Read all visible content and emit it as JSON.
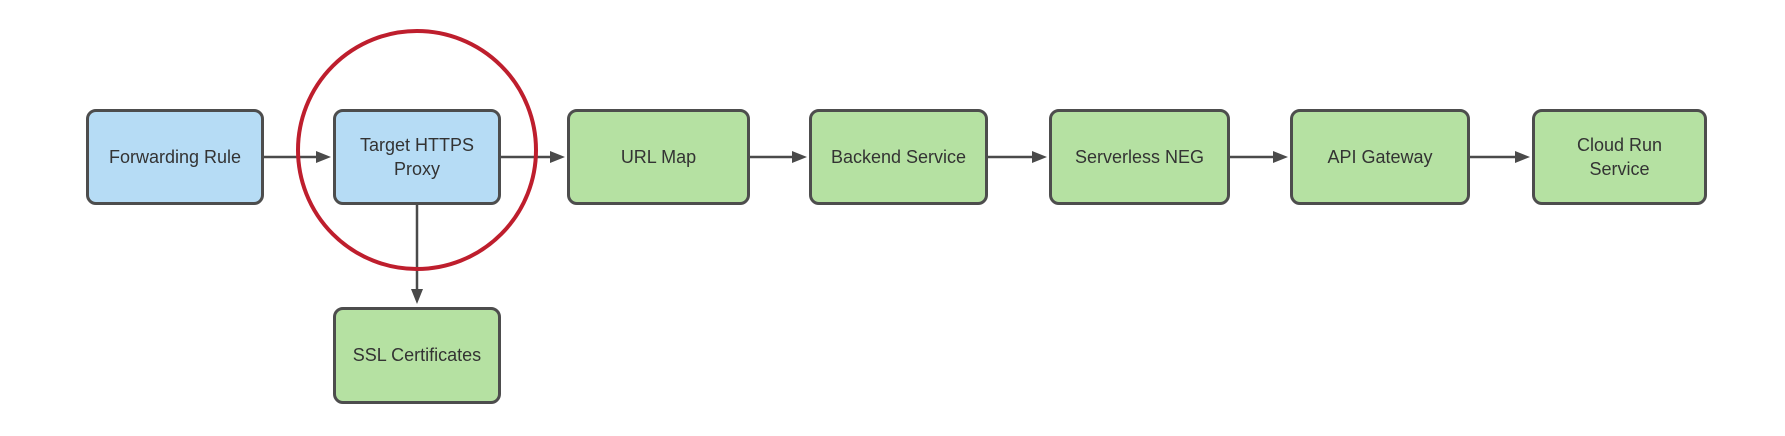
{
  "diagram": {
    "description": "Flow diagram of a serverless HTTPS load balancing architecture with the Target HTTPS Proxy node circled in red",
    "background": "#ffffff",
    "nodes": [
      {
        "id": "forwarding-rule",
        "label": "Forwarding Rule",
        "type": "blue"
      },
      {
        "id": "target-https-proxy",
        "label": "Target HTTPS\nProxy",
        "type": "blue",
        "highlighted": true
      },
      {
        "id": "url-map",
        "label": "URL Map",
        "type": "green"
      },
      {
        "id": "backend-service",
        "label": "Backend Service",
        "type": "green"
      },
      {
        "id": "serverless-neg",
        "label": "Serverless NEG",
        "type": "green"
      },
      {
        "id": "api-gateway",
        "label": "API Gateway",
        "type": "green"
      },
      {
        "id": "cloud-run-service",
        "label": "Cloud Run\nService",
        "type": "green"
      },
      {
        "id": "ssl-certificates",
        "label": "SSL Certificates",
        "type": "green"
      }
    ],
    "edges": [
      {
        "from": "forwarding-rule",
        "to": "target-https-proxy"
      },
      {
        "from": "target-https-proxy",
        "to": "url-map"
      },
      {
        "from": "url-map",
        "to": "backend-service"
      },
      {
        "from": "backend-service",
        "to": "serverless-neg"
      },
      {
        "from": "serverless-neg",
        "to": "api-gateway"
      },
      {
        "from": "api-gateway",
        "to": "cloud-run-service"
      },
      {
        "from": "target-https-proxy",
        "to": "ssl-certificates"
      }
    ],
    "annotation": {
      "shape": "ellipse",
      "target": "target-https-proxy",
      "purpose": "highlight"
    },
    "colors": {
      "blue_fill": "#b6dcf5",
      "green_fill": "#b5e1a2",
      "node_border": "#4d4d4d",
      "arrow": "#4a4a4a",
      "highlight_circle": "#be1e2d",
      "text": "#333333"
    }
  }
}
